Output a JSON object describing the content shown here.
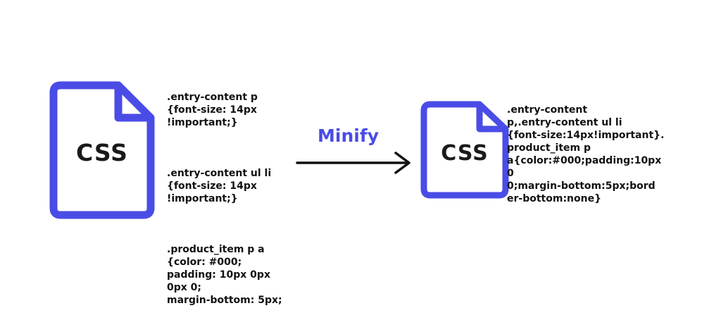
{
  "source_file": {
    "icon": "css-file-icon",
    "label": "CSS",
    "code_groups": [
      ".entry-content p\n{font-size: 14px\n!important;}",
      ".entry-content ul li\n{font-size: 14px\n!important;}",
      ".product_item p a\n{color: #000;\npadding: 10px 0px\n0px 0;\nmargin-bottom: 5px;"
    ]
  },
  "process": {
    "label": "Minify",
    "icon": "arrow-right-icon"
  },
  "output_file": {
    "icon": "css-file-icon",
    "label": "CSS",
    "code": ".entry-content\np,.entry-content ul li\n{font-size:14px!important}.\nproduct_item p\na{color:#000;padding:10px\n0\n0;margin-bottom:5px;bord\ner-bottom:none}"
  },
  "colors": {
    "accent": "#4a4ce6",
    "text": "#111111",
    "background": "#ffffff"
  }
}
